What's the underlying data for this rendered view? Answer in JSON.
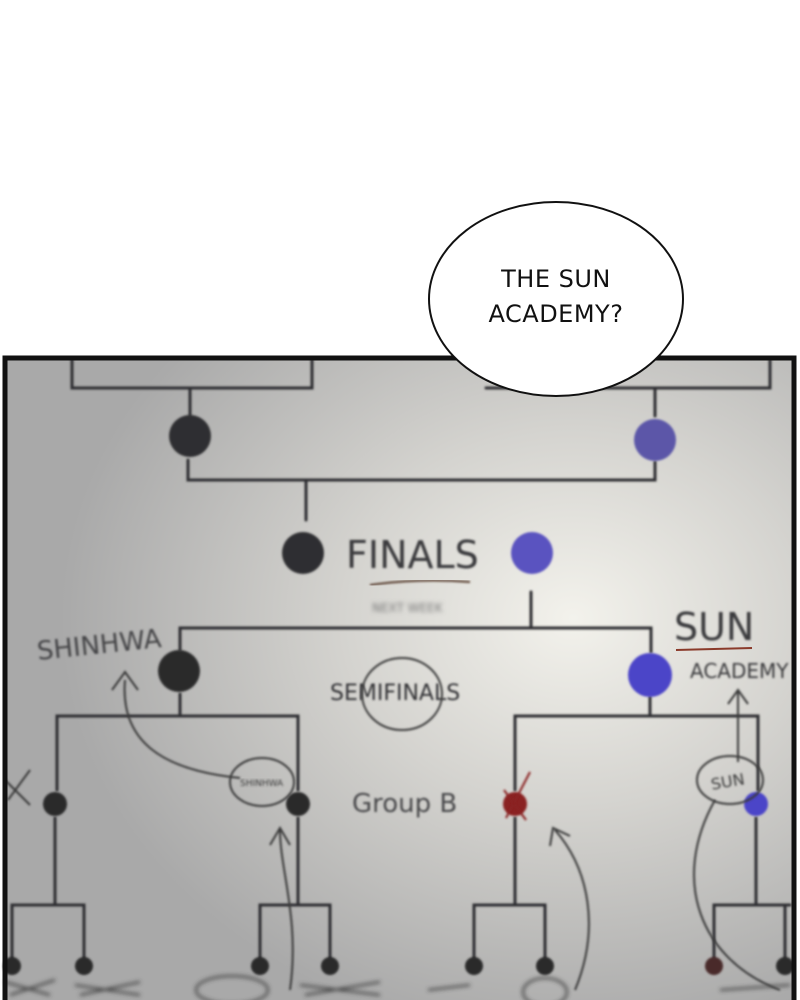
{
  "speech_bubble": {
    "line1": "THE SUN",
    "line2": "ACADEMY?"
  },
  "whiteboard": {
    "finals_label": "FINALS",
    "finals_note": "NEXT WEEK",
    "semifinals_label": "SEMIFINALS",
    "group_label": "Group B",
    "left_team": "SHINHWA",
    "left_team_circled": "SHINHWA",
    "right_team_line1": "SUN",
    "right_team_line2": "ACADEMY",
    "right_team_circled": "SUN"
  },
  "colors": {
    "board": "#c9c9c6",
    "marker_dark": "#2e2e30",
    "marker_blue": "#4b44c8",
    "marker_red": "#8a2424",
    "frame": "#111111"
  }
}
